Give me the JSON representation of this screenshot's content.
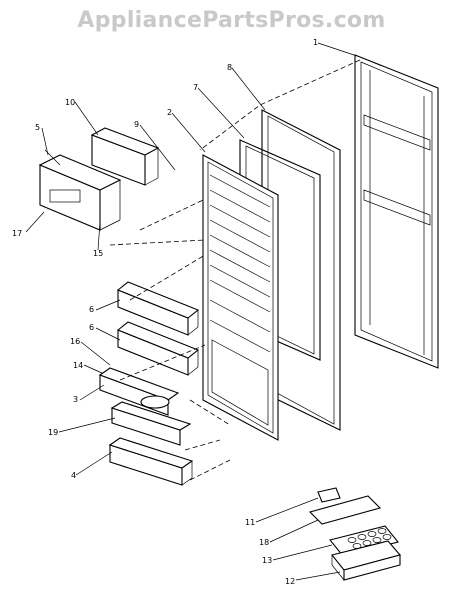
{
  "watermark": "AppliancePartsPros.com",
  "callouts": {
    "door_outer": "1",
    "inner_liner": "2",
    "door_shelf_3": "3",
    "door_bin_4": "4",
    "bracket_5": "5",
    "shelf_6a": "6",
    "shelf_6b": "6",
    "gasket": "7",
    "frame_8": "8",
    "rod_9": "9",
    "cover_10": "10",
    "egg_lid": "11",
    "egg_base": "12",
    "egg_tray": "13",
    "clip_14": "14",
    "screw_15": "15",
    "retainer_16": "16",
    "ice_bin_17": "17",
    "egg_insert": "18",
    "dispenser_19": "19"
  }
}
